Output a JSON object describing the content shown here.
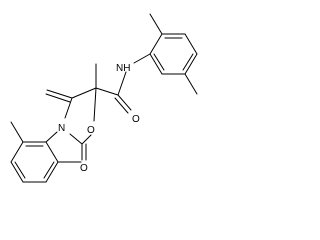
{
  "figure": {
    "atom_labels": {
      "amide_nh": "NH",
      "ring_nitrogen": "N",
      "ring_oxygen": "O",
      "carbonyl_oxygen_amide": "O",
      "carbonyl_oxygen_ring": "O"
    }
  }
}
